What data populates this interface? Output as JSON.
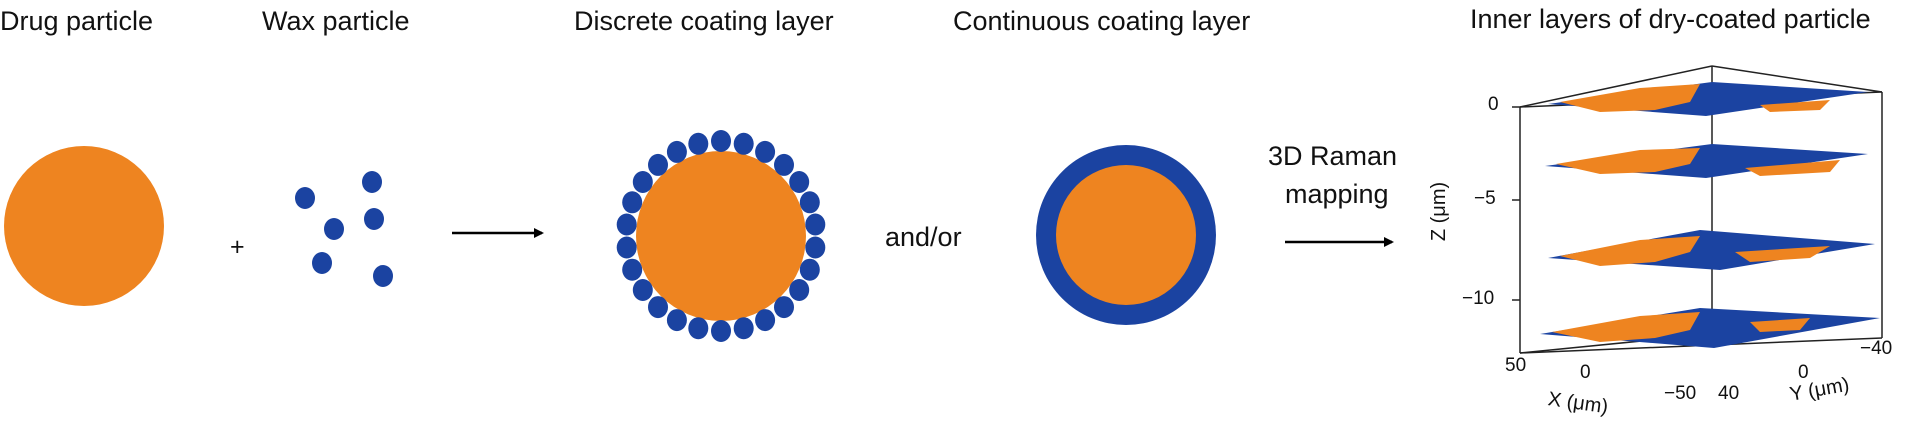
{
  "titles": {
    "drug": "Drug particle",
    "wax": "Wax particle",
    "discrete": "Discrete coating layer",
    "continuous": "Continuous coating layer",
    "inner": "Inner layers of dry-coated particle"
  },
  "operators": {
    "plus": "+",
    "andor": "and/or",
    "raman_line1": "3D Raman",
    "raman_line2": "mapping"
  },
  "plot": {
    "z_axis_label": "Z (μm)",
    "x_axis_label": "X (μm)",
    "y_axis_label": "Y (μm)",
    "z_ticks": [
      "0",
      "−5",
      "−10"
    ],
    "x_ticks": [
      "50",
      "0",
      "−50"
    ],
    "y_ticks": [
      "40",
      "0",
      "−40"
    ]
  },
  "colors": {
    "drug": "#EE8420",
    "wax": "#1B43A1",
    "arrow": "#000000"
  }
}
